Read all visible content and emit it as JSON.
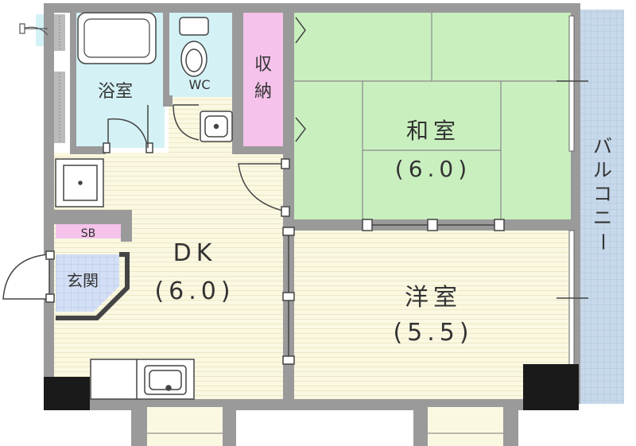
{
  "plan": {
    "rooms": {
      "bath": {
        "label": "浴室"
      },
      "wc": {
        "label": "WC"
      },
      "storage": {
        "label": "収納"
      },
      "japanese": {
        "label": "和室",
        "size": "(6.0)"
      },
      "dk": {
        "label": "DK",
        "size": "(6.0)"
      },
      "western": {
        "label": "洋室",
        "size": "(5.5)"
      },
      "entrance": {
        "label": "玄関"
      },
      "shoebox": {
        "label": "SB"
      },
      "balcony": {
        "label": "バルコニー"
      }
    },
    "colors": {
      "wood_floor": "#fbf8e2",
      "tatami": "#c9efbf",
      "tile_blue": "#d4f2f6",
      "storage_pink": "#f4c2ea",
      "entrance_tile": "#d3dff5",
      "balcony": "#c6d8ea",
      "wall": "#9a9a9a"
    }
  }
}
